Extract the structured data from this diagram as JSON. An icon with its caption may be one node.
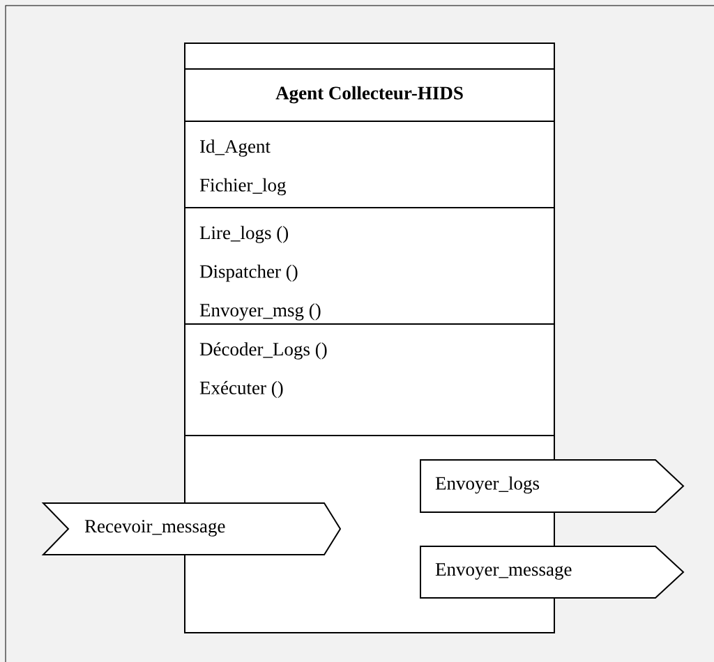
{
  "diagram": {
    "nodes": [
      {
        "text": [
          "Agent Collecteur-HIDS"
        ]
      },
      {
        "text": [
          "Id_Agent",
          "Fichier_log"
        ],
        "in": 0
      },
      {
        "text": [
          "Lire_logs ()",
          "Dispatcher ()",
          "Envoyer_msg ()"
        ],
        "in": 0
      },
      {
        "text": [
          "Décoder_Logs ()",
          "Exécuter ()"
        ],
        "in": 0
      },
      {
        "text": [
          "Recevoir_message"
        ]
      },
      {
        "text": [
          "Envoyer_logs"
        ]
      },
      {
        "text": [
          "Envoyer_message"
        ]
      }
    ]
  }
}
